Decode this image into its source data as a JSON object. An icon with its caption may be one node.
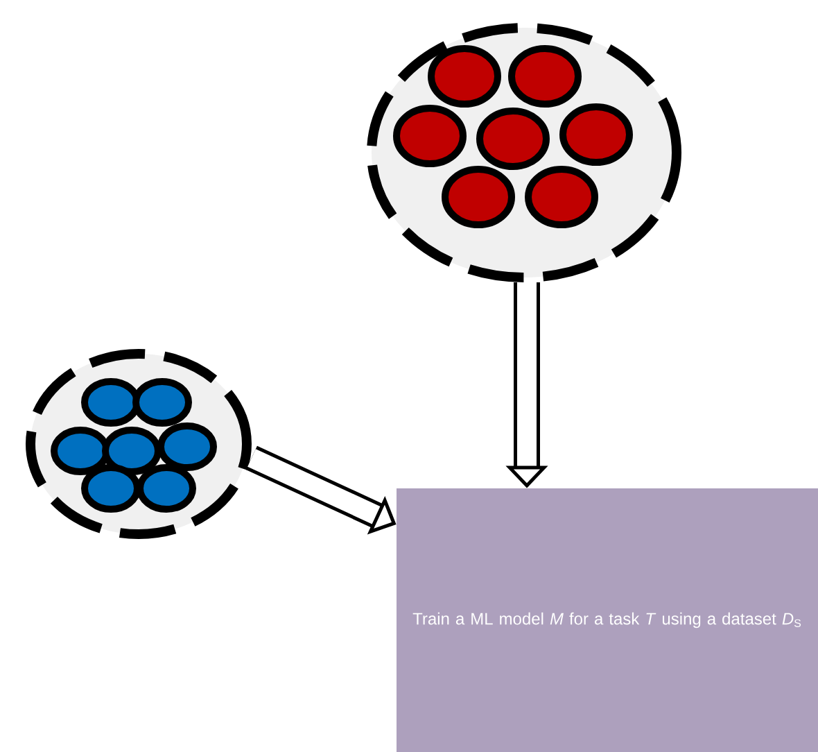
{
  "diagram": {
    "nodes": [
      {
        "text": [],
        "shape": "circle"
      },
      {
        "text": [],
        "shape": "circle"
      },
      {
        "text": [
          "Train a ML model *M* for a task *T* using a dataset *D*$_{S}$"
        ]
      }
    ],
    "edges": [
      {
        "from": 0,
        "to": 2,
        "arrow": "to"
      },
      {
        "from": 1,
        "to": 2,
        "arrow": "to"
      }
    ]
  }
}
